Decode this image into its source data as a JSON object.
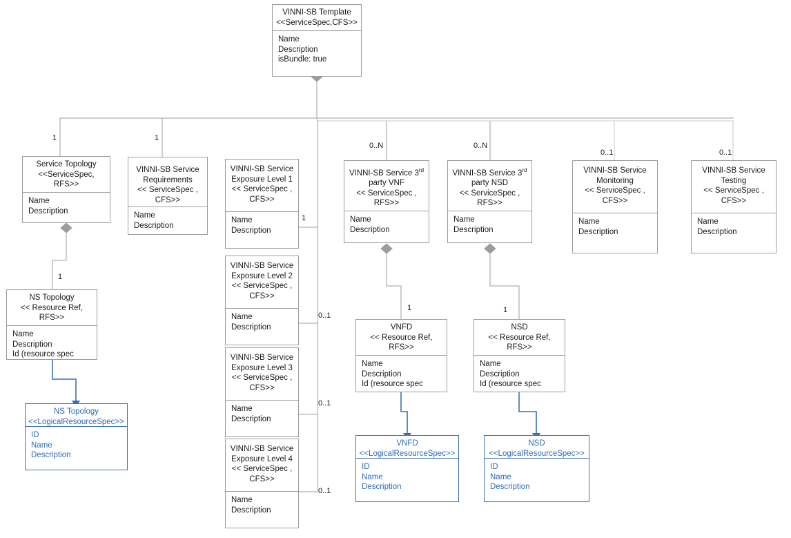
{
  "diagram": {
    "title": "VINNI-SB Template service specification class diagram",
    "colors": {
      "line_gray": "#9c9c9c",
      "line_blue": "#3b6fb6",
      "text_blue": "#2e6bbf",
      "text_dark": "#1a1a1a",
      "background": "#ffffff"
    }
  },
  "nodes": {
    "template": {
      "name_line1": "VINNI-SB Template",
      "stereotype": "<<ServiceSpec,CFS>>",
      "attributes": "Name\nDescription\nisBundle: true"
    },
    "service_topology": {
      "name_line1": "Service Topology",
      "stereotype": "<<ServiceSpec,\nRFS>>",
      "attributes": "Name\nDescription"
    },
    "ns_topology_rfs": {
      "name_line1": "NS Topology",
      "stereotype": "<< Resource Ref,\nRFS>>",
      "attributes": "Name\nDescription\nId (resource spec"
    },
    "ns_topology_lrs": {
      "name_line1": "NS Topology",
      "stereotype": "<<LogicalResourceSpec>>",
      "attributes": "ID\nName\nDescription"
    },
    "service_requirements": {
      "name_line1": "VINNI-SB Service\nRequirements",
      "stereotype": "<< ServiceSpec ,\nCFS>>",
      "attributes": "Name\nDescription"
    },
    "exposure_l1": {
      "name_line1": "VINNI-SB Service\nExposure Level 1",
      "stereotype": "<< ServiceSpec ,\nCFS>>",
      "attributes": "Name\nDescription"
    },
    "exposure_l2": {
      "name_line1": "VINNI-SB Service\nExposure Level 2",
      "stereotype": "<< ServiceSpec ,\nCFS>>",
      "attributes": "Name\nDescription"
    },
    "exposure_l3": {
      "name_line1": "VINNI-SB Service\nExposure Level 3",
      "stereotype": "<< ServiceSpec ,\nCFS>>",
      "attributes": "Name\nDescription"
    },
    "exposure_l4": {
      "name_line1": "VINNI-SB Service\nExposure Level 4",
      "stereotype": "<< ServiceSpec ,\nCFS>>",
      "attributes": "Name\nDescription"
    },
    "third_party_vnf": {
      "name_pre": "VINNI-SB Service 3",
      "name_sup": "rd",
      "name_post": "party VNF",
      "stereotype": "<< ServiceSpec ,\nRFS>>",
      "attributes": "Name\nDescription"
    },
    "third_party_nsd": {
      "name_pre": "VINNI-SB Service 3",
      "name_sup": "rd",
      "name_post": "party NSD",
      "stereotype": "<< ServiceSpec ,\nRFS>>",
      "attributes": "Name\nDescription"
    },
    "service_monitoring": {
      "name_line1": "VINNI-SB Service\nMonitoring",
      "stereotype": "<< ServiceSpec ,\nCFS>>",
      "attributes": "Name\nDescription"
    },
    "service_testing": {
      "name_line1": "VINNI-SB Service\nTesting",
      "stereotype": "<< ServiceSpec ,\nCFS>>",
      "attributes": "Name\nDescription"
    },
    "vnfd_rfs": {
      "name_line1": "VNFD",
      "stereotype": "<< Resource Ref,\nRFS>>",
      "attributes": "Name\nDescription\nId (resource spec"
    },
    "nsd_rfs": {
      "name_line1": "NSD",
      "stereotype": "<< Resource Ref,\nRFS>>",
      "attributes": "Name\nDescription\nId (resource spec"
    },
    "vnfd_lrs": {
      "name_line1": "VNFD",
      "stereotype": "<<LogicalResourceSpec>>",
      "attributes": "ID\nName\nDescription"
    },
    "nsd_lrs": {
      "name_line1": "NSD",
      "stereotype": "<<LogicalResourceSpec>>",
      "attributes": "ID\nName\nDescription"
    }
  },
  "multiplicities": {
    "service_topology": "1",
    "service_requirements": "1",
    "ns_topology": "1",
    "third_party_vnf": "0..N",
    "third_party_nsd": "0..N",
    "service_monitoring": "0..1",
    "service_testing": "0..1",
    "exposure_l1": "1",
    "exposure_l2": "0..1",
    "exposure_l3": "0..1",
    "exposure_l4": "0..1",
    "vnfd": "1",
    "nsd": "1"
  }
}
